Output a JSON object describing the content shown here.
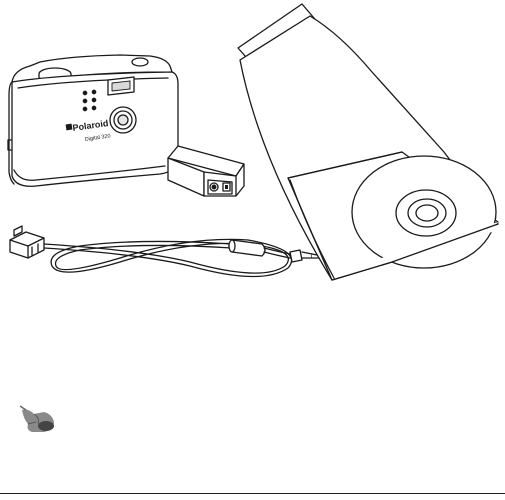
{
  "camera": {
    "brand": "Polaroid",
    "model": "Digital 320"
  },
  "items": [
    "digital-camera",
    "9v-battery",
    "serial-cable",
    "software-cd-sleeve"
  ],
  "note_icon": "hand-pointer-icon"
}
